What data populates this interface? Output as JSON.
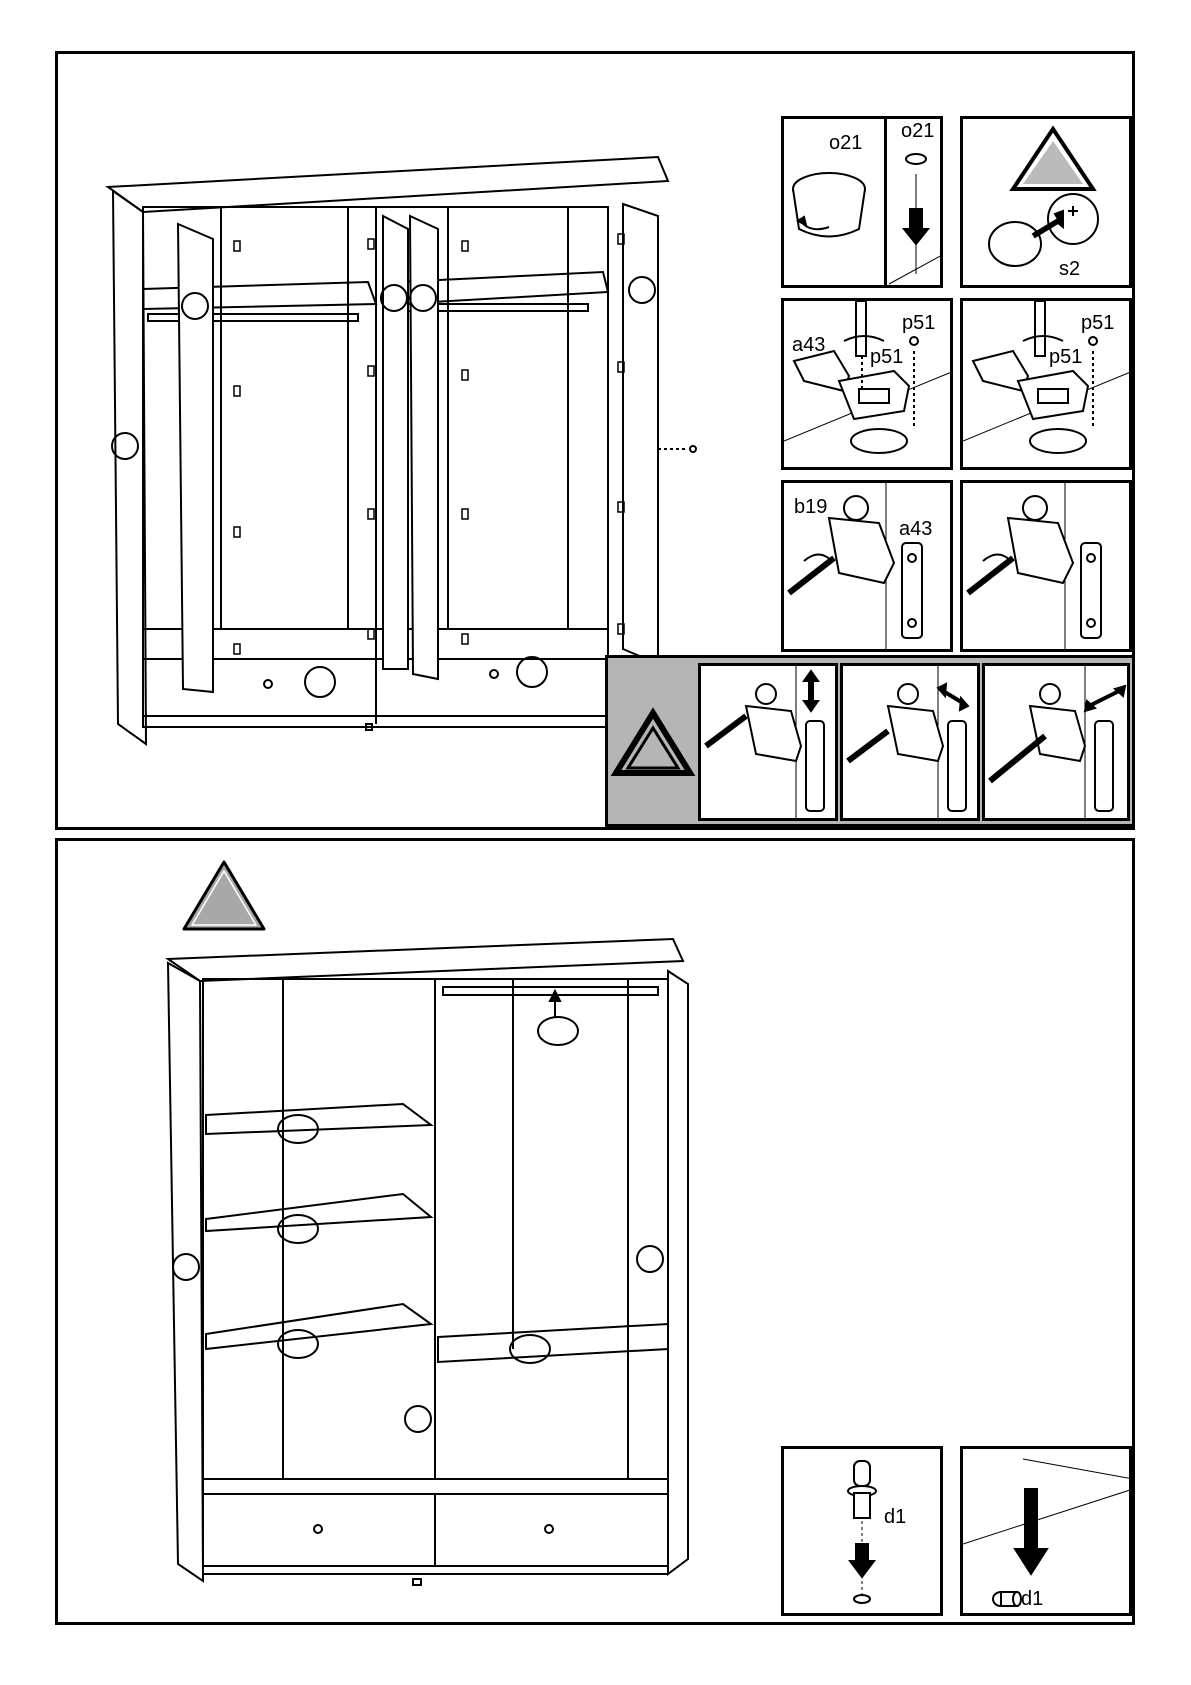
{
  "step1": {
    "detail_o21": {
      "label_cap": "o21",
      "label_part": "o21"
    },
    "detail_s2": {
      "label": "s2"
    },
    "detail_hinge_left": {
      "label_a": "a43",
      "label_p_top": "p51",
      "label_p_side": "p51"
    },
    "detail_hinge_right": {
      "label_p_top": "p51",
      "label_p_side": "p51"
    },
    "detail_adjust_left": {
      "label_b": "b19",
      "label_a": "a43"
    }
  },
  "step2": {
    "detail_d1_left": {
      "label": "d1"
    },
    "detail_d1_right": {
      "label": "d1"
    }
  }
}
